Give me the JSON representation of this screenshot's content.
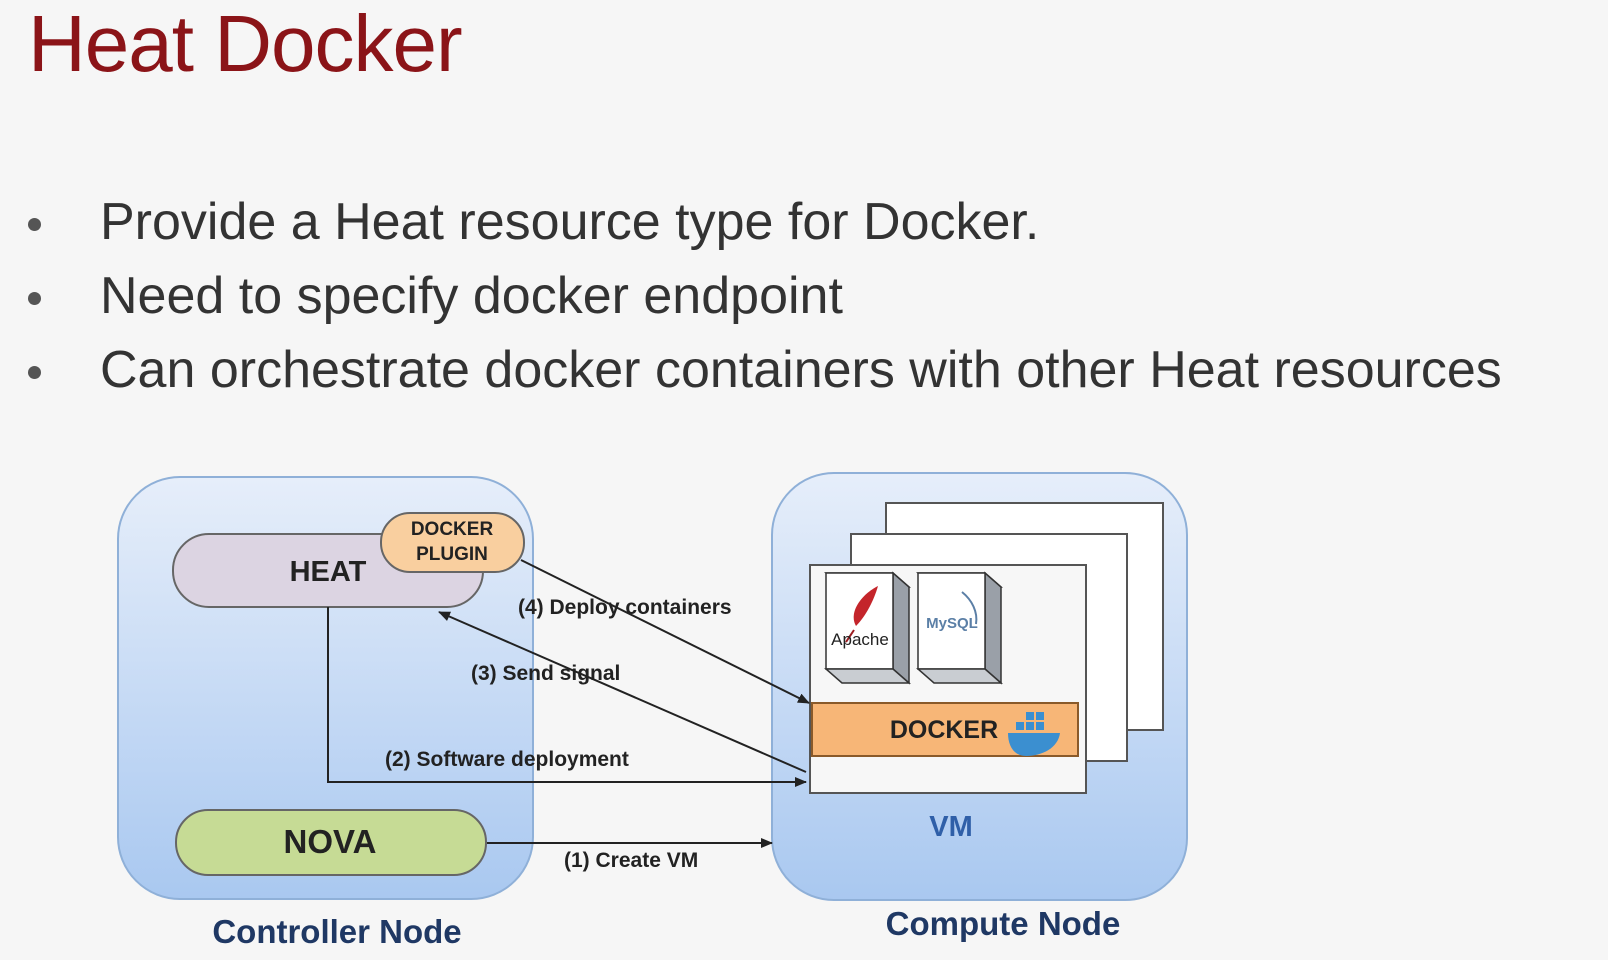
{
  "title": "Heat Docker",
  "bullets": [
    "Provide a Heat resource type for Docker.",
    "Need to specify docker endpoint",
    "Can orchestrate docker containers with other Heat resources"
  ],
  "diagram": {
    "controller_label": "Controller Node",
    "compute_label": "Compute Node",
    "heat_label": "HEAT",
    "plugin_line1": "DOCKER",
    "plugin_line2": "PLUGIN",
    "nova_label": "NOVA",
    "vm_label": "VM",
    "docker_label": "DOCKER",
    "apache_label": "Apache",
    "mysql_label": "MySQL",
    "step1": "(1) Create VM",
    "step2": "(2) Software deployment",
    "step3": "(3) Send signal",
    "step4": "(4) Deploy containers",
    "colors": {
      "title": "#8b1418",
      "node_fill": "#cddff5",
      "heat_fill": "#dcd4e2",
      "plugin_fill": "#f9cf9f",
      "nova_fill": "#c6db95",
      "docker_fill": "#f7b677",
      "label_blue": "#1f3864"
    },
    "icons": [
      "apache-feather-icon",
      "mysql-dolphin-icon",
      "docker-whale-icon"
    ]
  }
}
